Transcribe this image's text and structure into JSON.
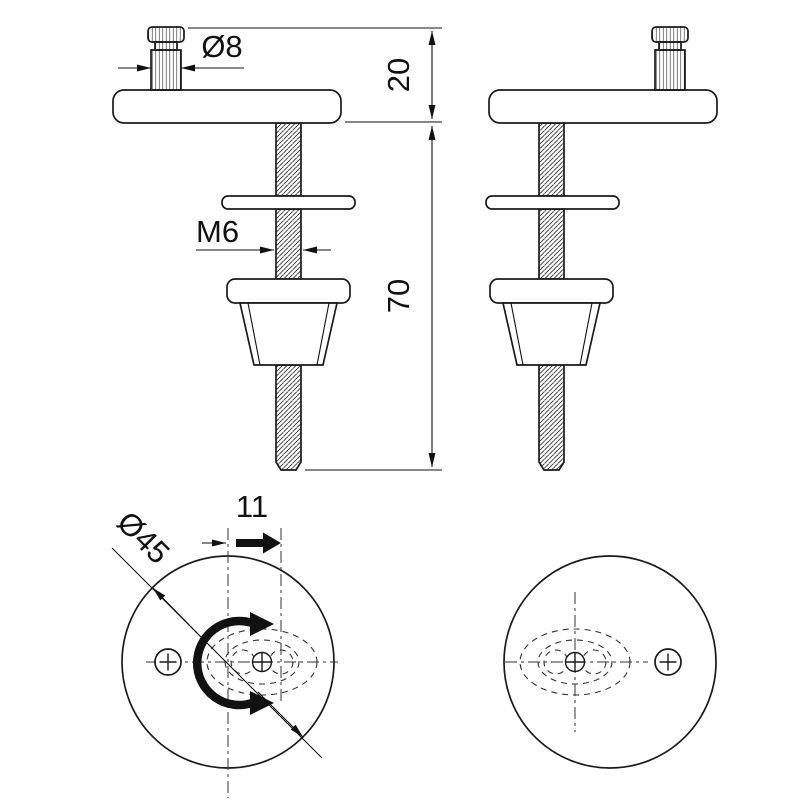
{
  "drawing": {
    "background": "#ffffff",
    "line_color": "#1a1a1a",
    "dimensions": {
      "pin_diameter": "Ø8",
      "head_height_mm": "20",
      "thread_size": "M6",
      "shaft_length_mm": "70",
      "base_plate_diameter": "Ø45",
      "lateral_adjustment_mm": "11"
    }
  }
}
